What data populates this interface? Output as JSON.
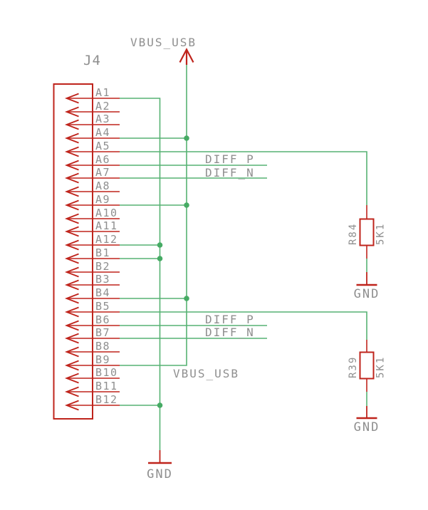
{
  "colors": {
    "wire": "#57b273",
    "junction": "#46ab64",
    "symbol": "#bf241c",
    "labeltext": "#8f8f8f"
  },
  "connector": {
    "ref": "J4",
    "pins": [
      "A1",
      "A2",
      "A3",
      "A4",
      "A5",
      "A6",
      "A7",
      "A8",
      "A9",
      "A10",
      "A11",
      "A12",
      "B1",
      "B2",
      "B3",
      "B4",
      "B5",
      "B6",
      "B7",
      "B8",
      "B9",
      "B10",
      "B11",
      "B12"
    ]
  },
  "power_flags": {
    "top": "VBUS_USB",
    "mid": "VBUS_USB"
  },
  "net_labels": {
    "diff_p": "DIFF_P",
    "diff_n": "DIFF_N"
  },
  "resistors": {
    "r84": {
      "ref": "R84",
      "value": "5K1"
    },
    "r39": {
      "ref": "R39",
      "value": "5K1"
    }
  },
  "ground_label": "GND"
}
